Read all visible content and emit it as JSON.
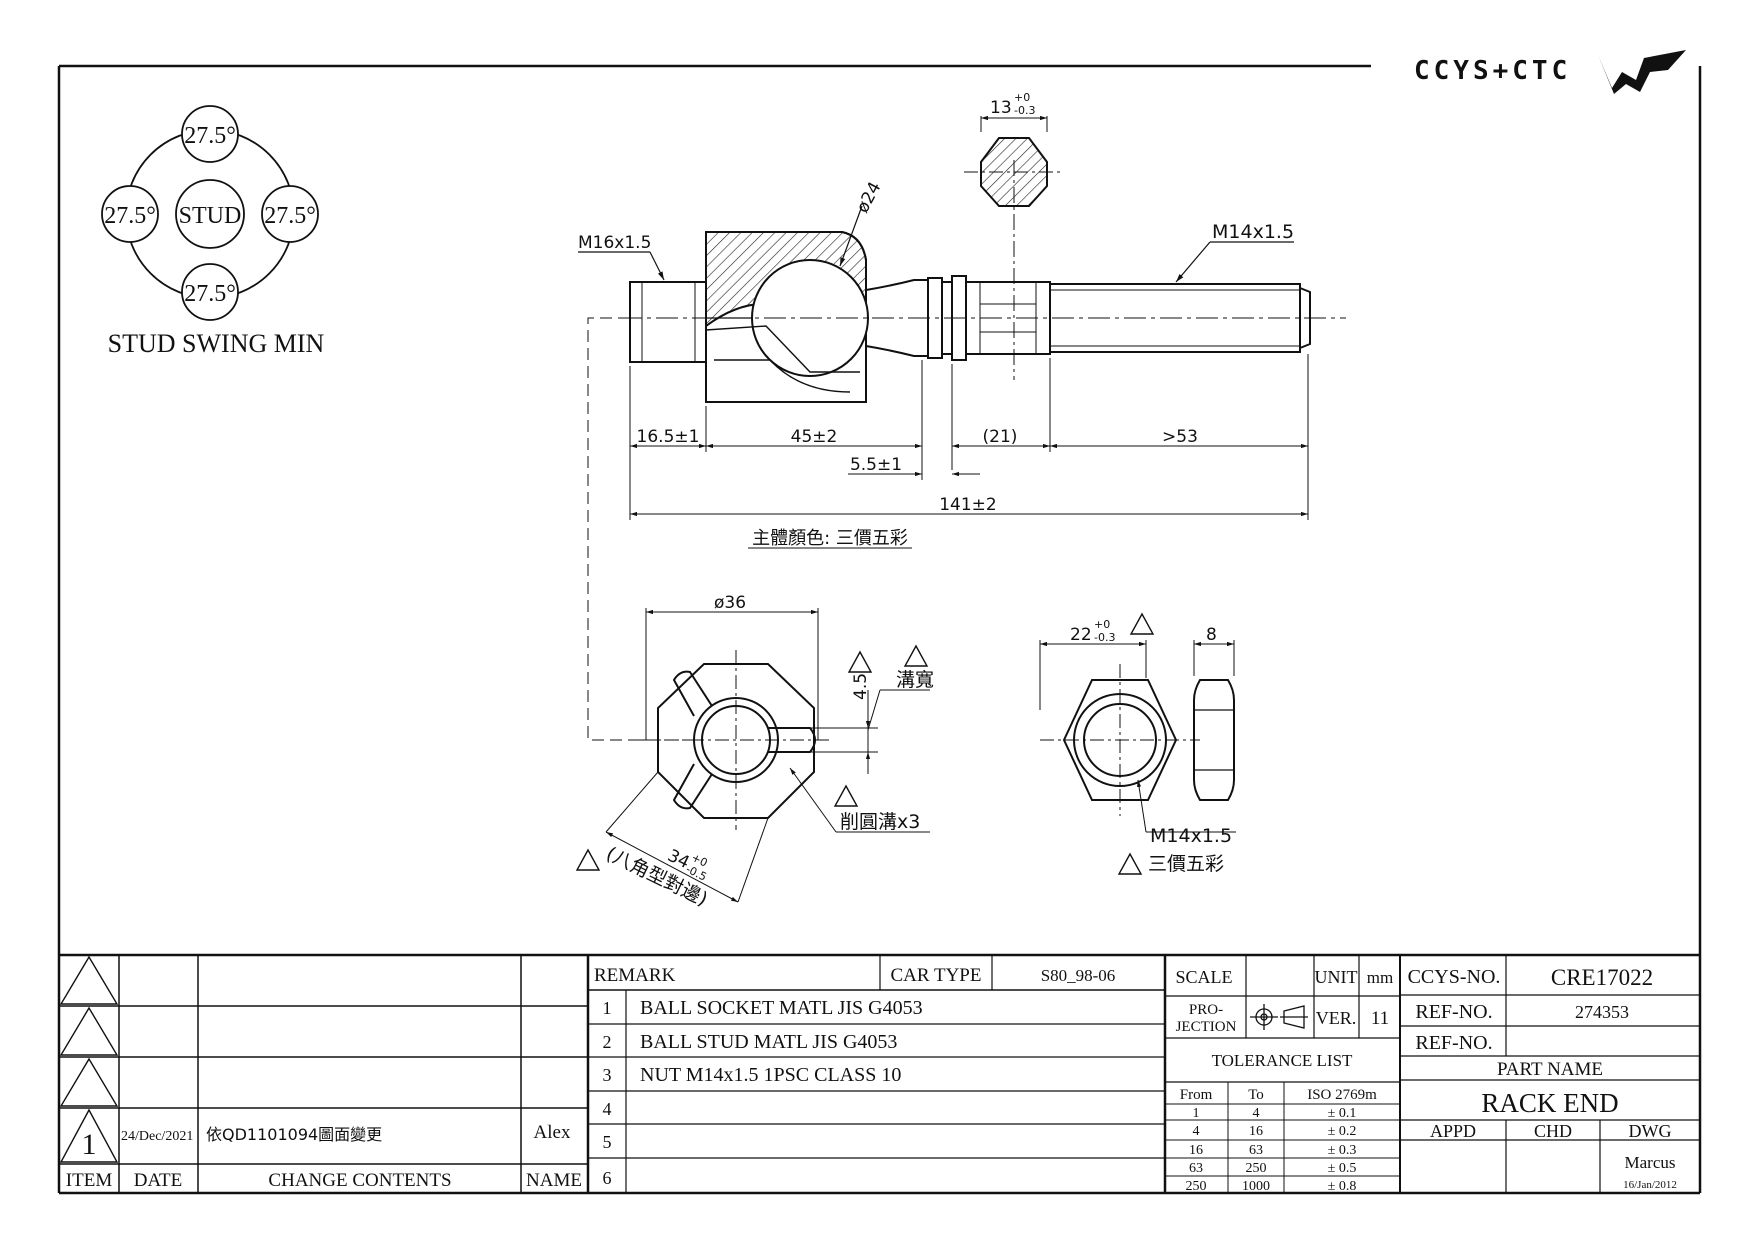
{
  "brand": {
    "logo_text": "CCYS+CTC"
  },
  "swing": {
    "center": "STUD",
    "top": "27.5°",
    "left": "27.5°",
    "right": "27.5°",
    "bottom": "27.5°",
    "caption": "STUD SWING MIN"
  },
  "dims": {
    "m16": "M16x1.5",
    "dia24": "ø24",
    "hex13": "13",
    "hex13_tol_plus": "+0",
    "hex13_tol_minus": "-0.3",
    "m14_top": "M14x1.5",
    "d16_5": "16.5±1",
    "d45": "45±2",
    "d21": "(21)",
    "d53": ">53",
    "d5_5": "5.5±1",
    "d141": "141±2",
    "body_color": "主體顏色: 三價五彩",
    "dia36": "ø36",
    "d4_5": "4.5",
    "groove_width": "溝寬",
    "round_groove": "削圓溝x3",
    "d34": "34",
    "d34_tol_plus": "+0",
    "d34_tol_minus": "-0.5",
    "octagon_note": "(八角型對邊)",
    "d22": "22",
    "d22_tol_plus": "+0",
    "d22_tol_minus": "-0.3",
    "d8": "8",
    "m14_nut": "M14x1.5",
    "nut_color": "三價五彩"
  },
  "revisions": {
    "rev_mark": "1",
    "rev_date": "24/Dec/2021",
    "rev_content": "依QD1101094圖面變更",
    "rev_name": "Alex",
    "headers": {
      "item": "ITEM",
      "date": "DATE",
      "change": "CHANGE CONTENTS",
      "name": "NAME"
    }
  },
  "remarks": {
    "header": "REMARK",
    "car_type_label": "CAR TYPE",
    "car_type": "S80_98-06",
    "rows": [
      {
        "no": "1",
        "text": "BALL SOCKET MATL JIS G4053"
      },
      {
        "no": "2",
        "text": "BALL STUD MATL JIS G4053"
      },
      {
        "no": "3",
        "text": "NUT M14x1.5 1PSC CLASS 10"
      },
      {
        "no": "4",
        "text": ""
      },
      {
        "no": "5",
        "text": ""
      },
      {
        "no": "6",
        "text": ""
      }
    ]
  },
  "info": {
    "scale_label": "SCALE",
    "unit_label": "UNIT",
    "unit": "mm",
    "projection_line1": "PRO-",
    "projection_line2": "JECTION",
    "ver_label": "VER.",
    "ver": "11",
    "tolerance_title": "TOLERANCE LIST",
    "tol_headers": [
      "From",
      "To",
      "ISO 2769m"
    ],
    "tolerances": [
      [
        "1",
        "4",
        "± 0.1"
      ],
      [
        "4",
        "16",
        "± 0.2"
      ],
      [
        "16",
        "63",
        "± 0.3"
      ],
      [
        "63",
        "250",
        "± 0.5"
      ],
      [
        "250",
        "1000",
        "± 0.8"
      ]
    ]
  },
  "title_block": {
    "ccys_no_label": "CCYS-NO.",
    "ccys_no": "CRE17022",
    "ref_no_label": "REF-NO.",
    "ref_no": "274353",
    "ref_no2_label": "REF-NO.",
    "ref_no2": "",
    "part_name_label": "PART NAME",
    "part_name": "RACK END",
    "appd_label": "APPD",
    "chd_label": "CHD",
    "dwg_label": "DWG",
    "drawer": "Marcus",
    "dwg_date": "16/Jan/2012"
  }
}
